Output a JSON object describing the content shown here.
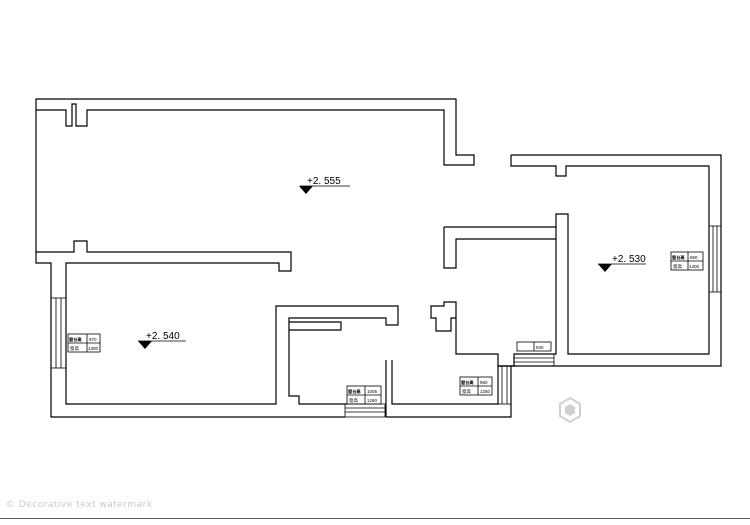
{
  "levels": [
    {
      "id": "top",
      "text": "+2. 555"
    },
    {
      "id": "left",
      "text": "+2. 540"
    },
    {
      "id": "right",
      "text": "+2. 530"
    }
  ],
  "window_tags": [
    {
      "id": "w-left",
      "label": "窗台高",
      "width": "970",
      "height_label": "窗高",
      "height": "1300"
    },
    {
      "id": "w-right",
      "label": "窗台高",
      "width": "960",
      "height_label": "窗高",
      "height": "1300"
    },
    {
      "id": "w-mid",
      "label": "窗台高",
      "width": "1005",
      "height_label": "窗高",
      "height": "1260"
    },
    {
      "id": "w-bath",
      "label": "窗台高",
      "width": "960",
      "height_label": "窗高",
      "height": "1250"
    },
    {
      "id": "w-kitchen",
      "label": "",
      "width": "940",
      "height_label": "",
      "height": ""
    }
  ],
  "watermark": "© Decorative text watermark",
  "colors": {
    "line": "#000000",
    "watermark": "#c9c9c9"
  }
}
